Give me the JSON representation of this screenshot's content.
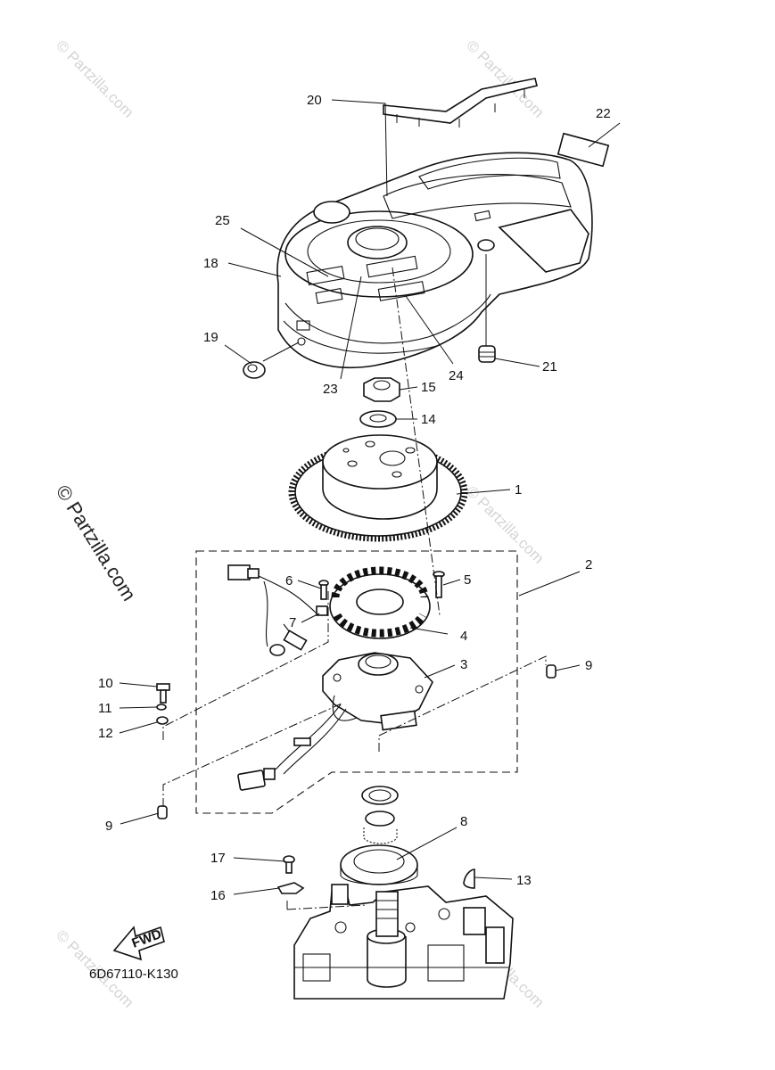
{
  "watermark": {
    "text": "© Partzilla.com"
  },
  "diagram_code": "6D67110-K130",
  "fwd_label": "FWD",
  "callouts": {
    "c1": "1",
    "c2": "2",
    "c3": "3",
    "c4": "4",
    "c5": "5",
    "c6": "6",
    "c7": "7",
    "c8": "8",
    "c9a": "9",
    "c9b": "9",
    "c10": "10",
    "c11": "11",
    "c12": "12",
    "c13": "13",
    "c14": "14",
    "c15": "15",
    "c16": "16",
    "c17": "17",
    "c18": "18",
    "c19": "19",
    "c20": "20",
    "c21": "21",
    "c22": "22",
    "c23": "23",
    "c24": "24",
    "c25": "25"
  }
}
